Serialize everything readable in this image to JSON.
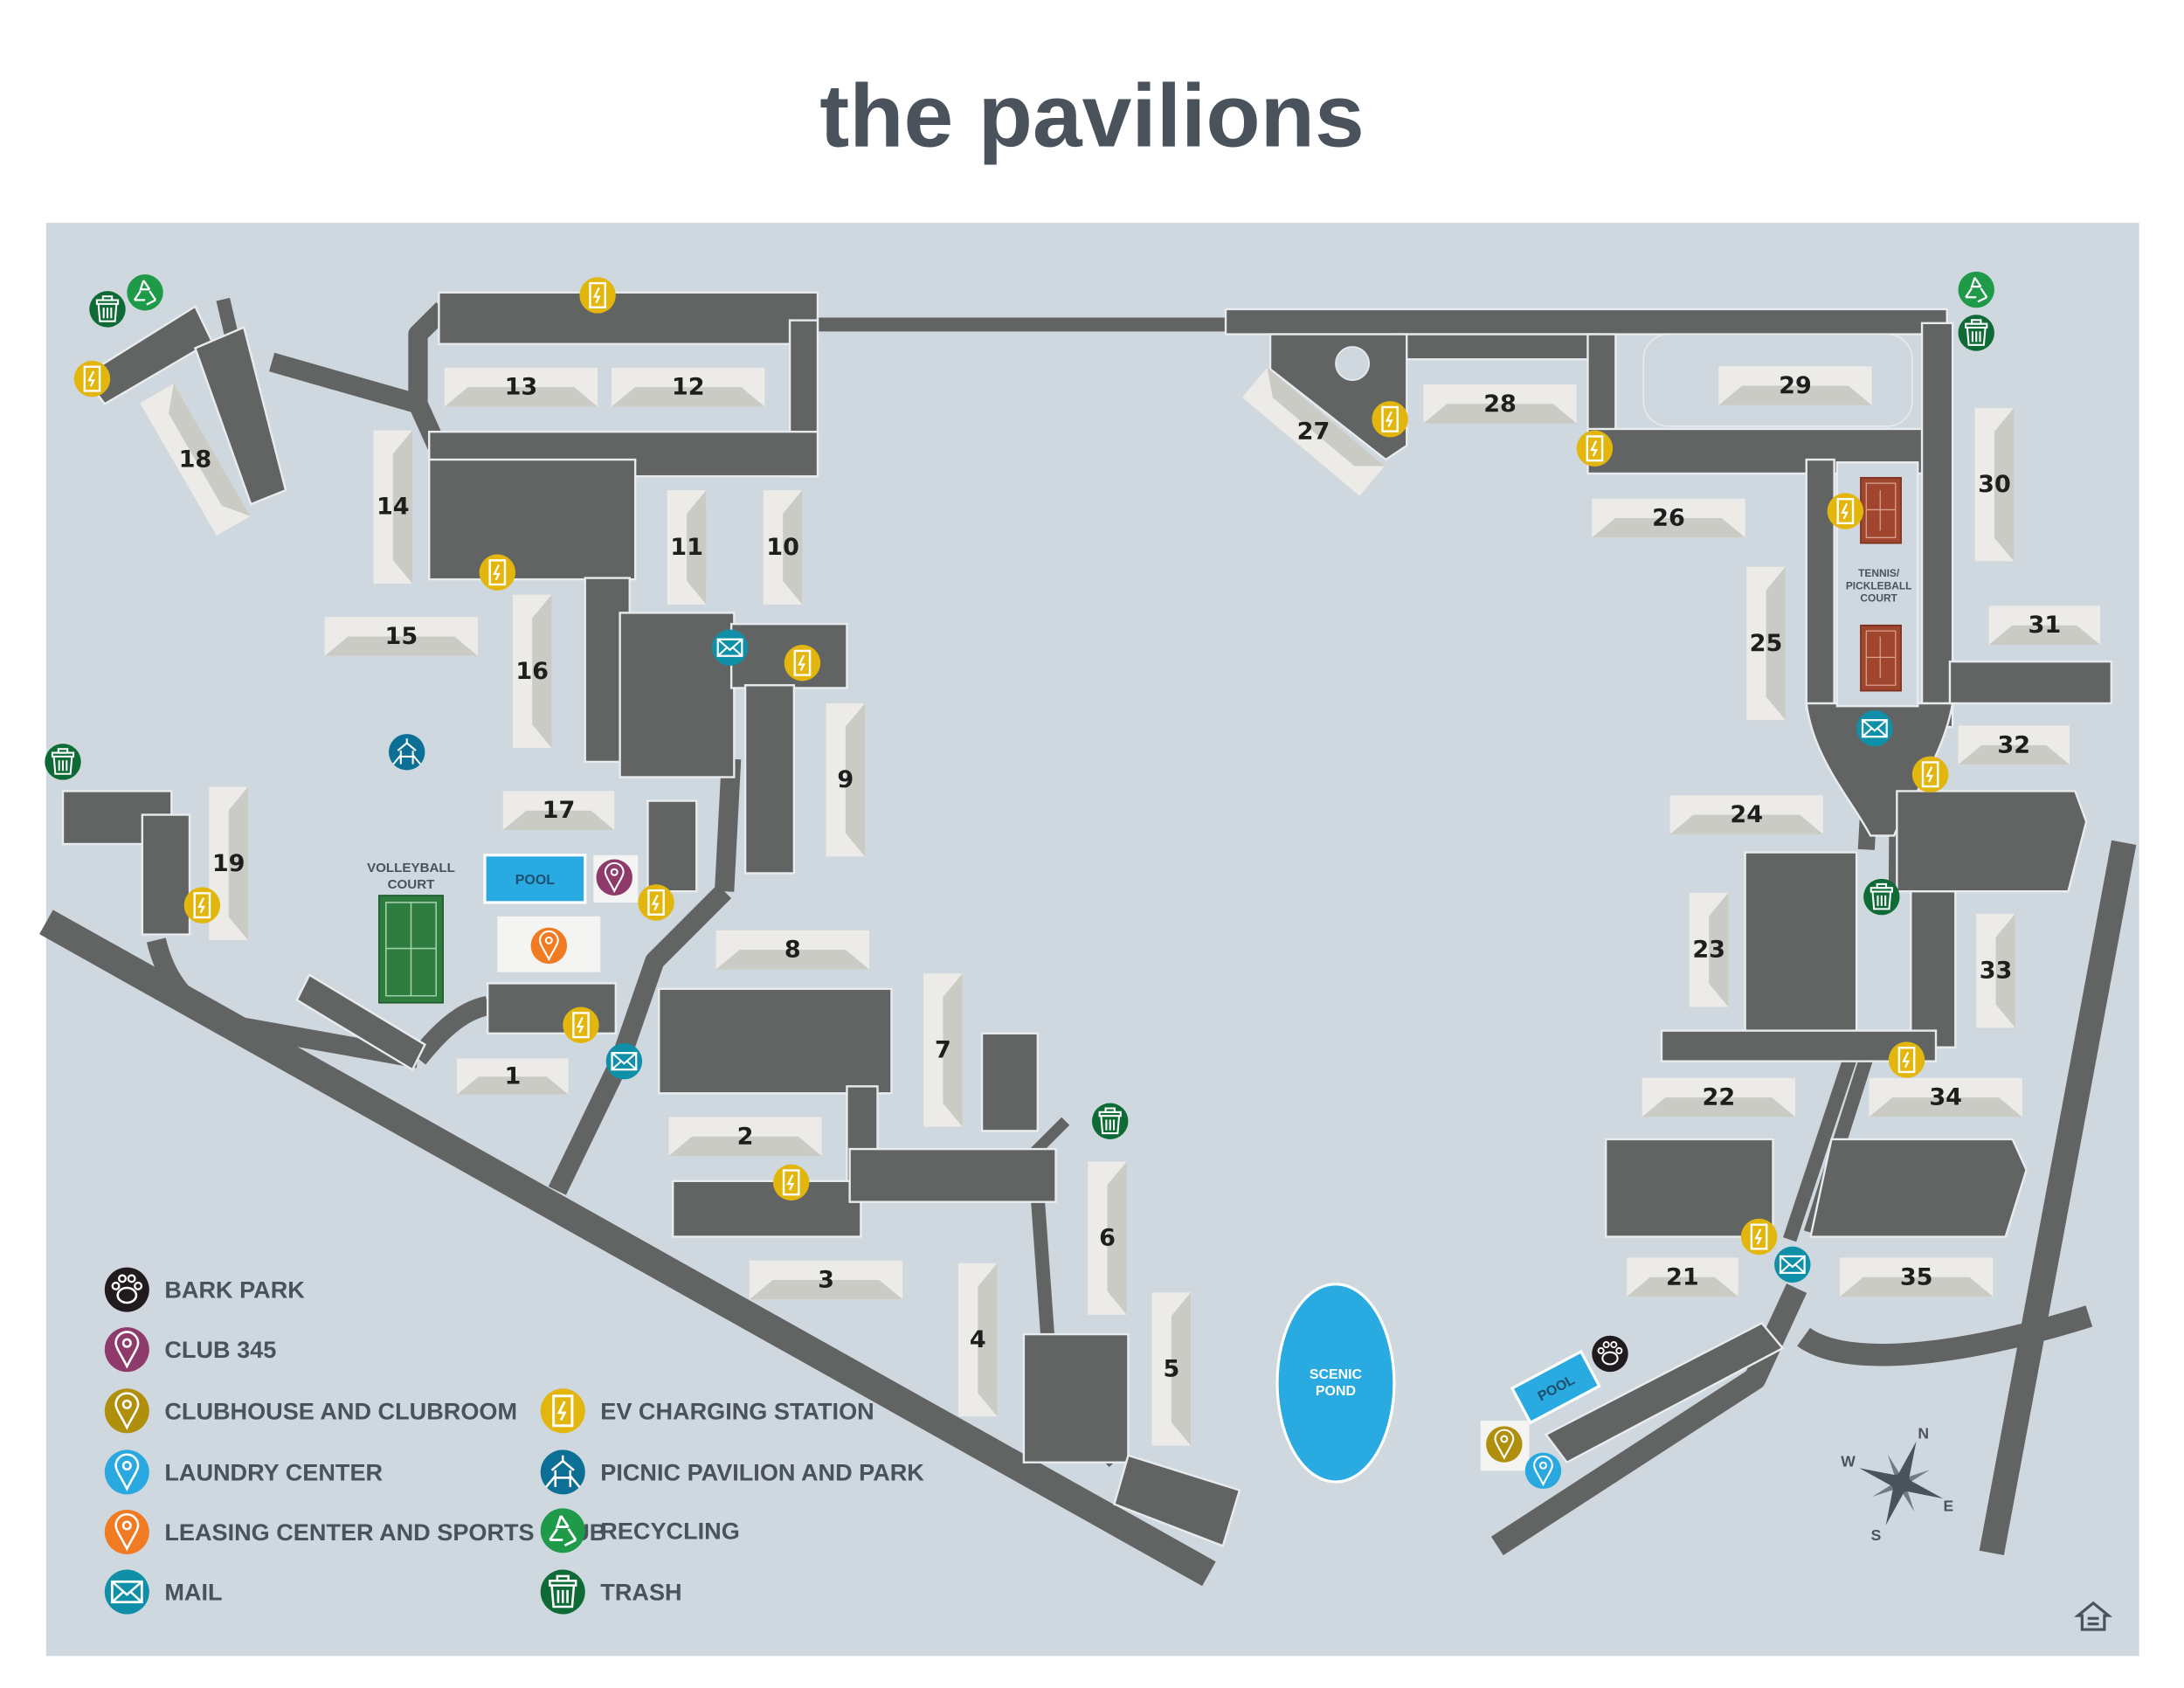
{
  "title": "the pavilions",
  "colors": {
    "map_background": "#cfd8df",
    "road": "#626463",
    "building_light": "#ecebe7",
    "building_shade": "#cbcbc6",
    "water": "#29aae1",
    "ev": "#e2b60c",
    "mail": "#0f8fa8",
    "trash": "#0e6b36",
    "recycling": "#1f9a48",
    "picnic": "#0c7096",
    "club345": "#8e3a6b",
    "leasing": "#f07b22",
    "clubhouse": "#b08f0d",
    "laundry": "#2aa9e0",
    "bark": "#211a1e",
    "tennis": "#a0462e",
    "volleyball": "#2e7d3e"
  },
  "buildings": [
    "1",
    "2",
    "3",
    "4",
    "5",
    "6",
    "7",
    "8",
    "9",
    "10",
    "11",
    "12",
    "13",
    "14",
    "15",
    "16",
    "17",
    "18",
    "19",
    "21",
    "22",
    "23",
    "24",
    "25",
    "26",
    "27",
    "28",
    "29",
    "30",
    "31",
    "32",
    "33",
    "34",
    "35"
  ],
  "map_labels": {
    "volleyball_line1": "VOLLEYBALL",
    "volleyball_line2": "COURT",
    "pool_main": "POOL",
    "pool_east": "POOL",
    "tennis_line1": "TENNIS/",
    "tennis_line2": "PICKLEBALL",
    "tennis_line3": "COURT",
    "pond_line1": "SCENIC",
    "pond_line2": "POND"
  },
  "compass": {
    "n": "N",
    "e": "E",
    "s": "S",
    "w": "W"
  },
  "legend": [
    {
      "label": "BARK PARK",
      "icon": "bark"
    },
    {
      "label": "CLUB 345",
      "icon": "club345"
    },
    {
      "label": "CLUBHOUSE AND CLUBROOM",
      "icon": "clubhouse"
    },
    {
      "label": "LAUNDRY CENTER",
      "icon": "laundry"
    },
    {
      "label": "LEASING CENTER AND SPORTS CLUB",
      "icon": "leasing"
    },
    {
      "label": "MAIL",
      "icon": "mail"
    },
    {
      "label": "EV CHARGING STATION",
      "icon": "ev"
    },
    {
      "label": "PICNIC PAVILION AND PARK",
      "icon": "picnic"
    },
    {
      "label": "RECYCLING",
      "icon": "recycling"
    },
    {
      "label": "TRASH",
      "icon": "trash"
    }
  ]
}
